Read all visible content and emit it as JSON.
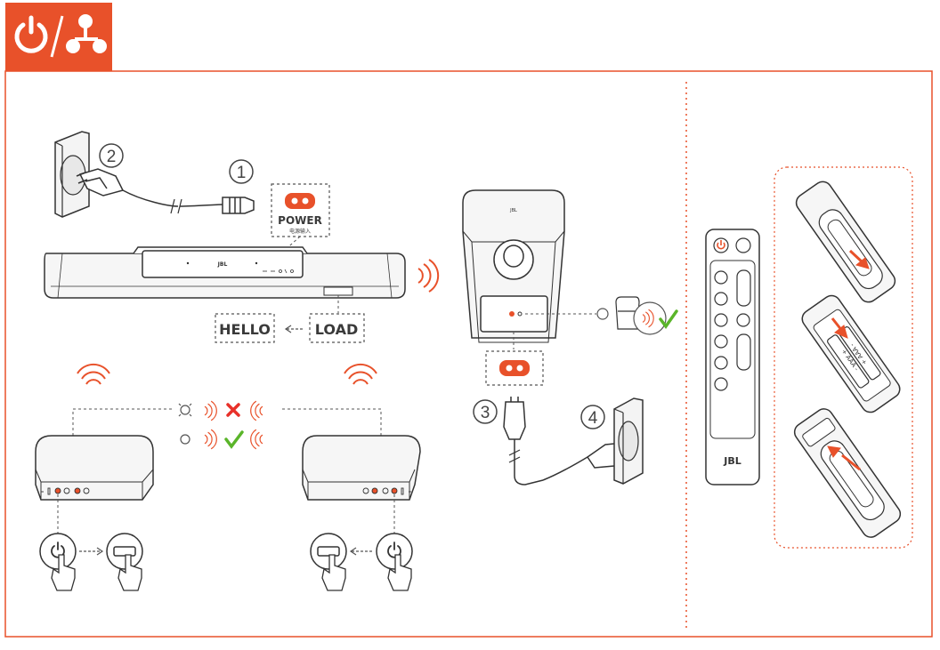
{
  "header": {
    "icons": [
      "power-icon",
      "network-icon"
    ],
    "accent_color": "#e8512a"
  },
  "steps": {
    "step1": "1",
    "step2": "2",
    "step3": "3",
    "step4": "4"
  },
  "soundbar": {
    "power_label": "POWER",
    "power_sub_label": "电源输入",
    "brand": "JBL",
    "display_load": "LOAD",
    "display_hello": "HELLO"
  },
  "subwoofer": {
    "brand": "JBL"
  },
  "remote": {
    "brand": "JBL",
    "battery_label": "+ AAA -"
  },
  "status_colors": {
    "fail": "#e8312a",
    "ok": "#5ab52a"
  }
}
